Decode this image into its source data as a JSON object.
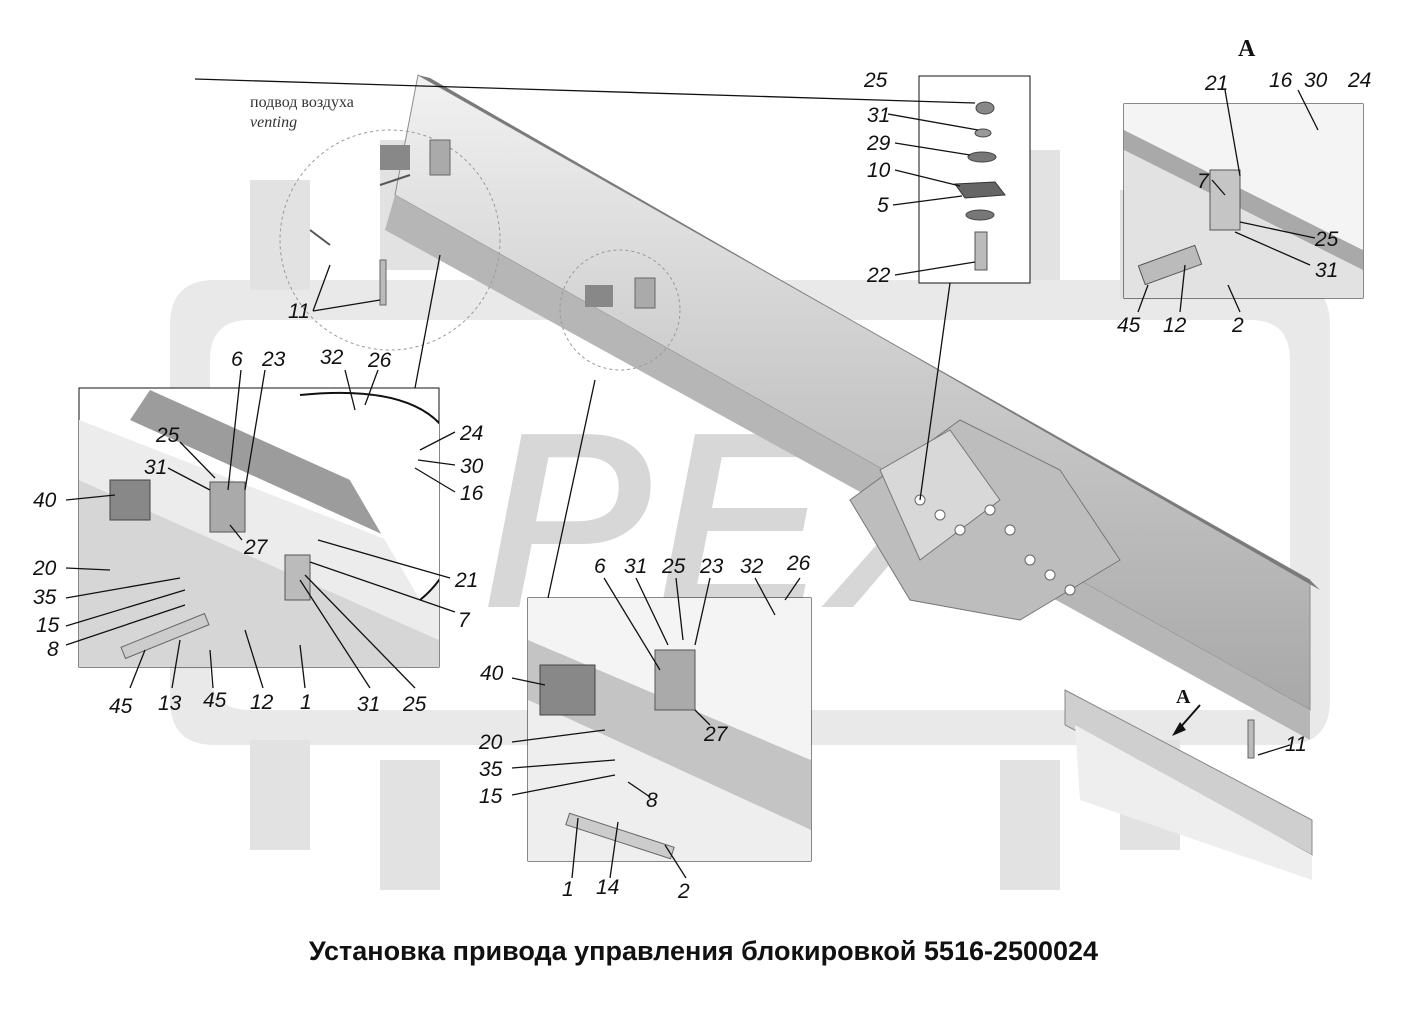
{
  "title": "Установка привода управления блокировкой 5516-2500024",
  "annotation": {
    "ru": "подвод воздуха",
    "en": "venting"
  },
  "watermark": "РЕХ",
  "view_letter": "А",
  "colors": {
    "frame": "#c8c8c8",
    "frame_dark": "#9a9a9a",
    "line": "#111111",
    "watermark": "#e3e3e3"
  },
  "callouts": {
    "main": [
      "11",
      "11"
    ],
    "hardware": [
      "25",
      "31",
      "29",
      "10",
      "5",
      "22"
    ],
    "viewA": [
      "21",
      "16",
      "30",
      "24",
      "7",
      "25",
      "31",
      "45",
      "12",
      "2"
    ],
    "left": [
      "6",
      "23",
      "32",
      "26",
      "25",
      "31",
      "24",
      "30",
      "16",
      "40",
      "27",
      "20",
      "35",
      "15",
      "8",
      "21",
      "7",
      "45",
      "13",
      "45",
      "12",
      "1",
      "31",
      "25"
    ],
    "center": [
      "6",
      "31",
      "25",
      "23",
      "32",
      "26",
      "40",
      "27",
      "20",
      "35",
      "15",
      "8",
      "1",
      "14",
      "2"
    ]
  }
}
